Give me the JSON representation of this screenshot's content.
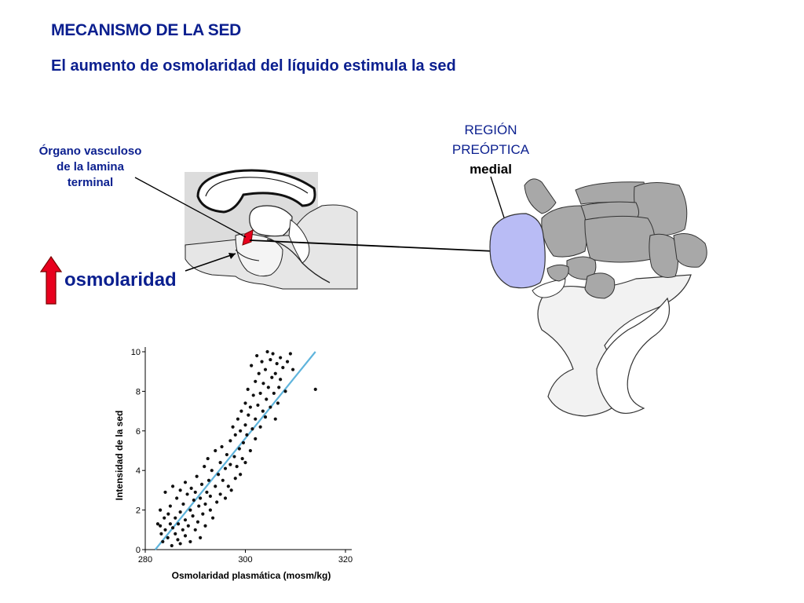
{
  "title": "MECANISMO DE LA SED",
  "subtitle": "El aumento de osmolaridad del líquido estimula la sed",
  "labels": {
    "ovlt_line1": "Órgano vasculoso",
    "ovlt_line2": "de la lamina",
    "ovlt_line3": "terminal",
    "poa_line1": "REGIÓN",
    "poa_line2": "PREÓPTICA",
    "poa_line3": "medial",
    "osmolarity": "osmolaridad"
  },
  "colors": {
    "text_blue": "#0b1f8f",
    "arrow_red": "#e8001e",
    "poa_blue": "#b9bcf5",
    "nuclei_gray": "#a6a6a6",
    "regression_line": "#5fb4dc"
  },
  "chart_data": {
    "type": "scatter",
    "xlabel": "Osmolaridad plasmática (mosm/kg)",
    "ylabel": "Intensidad de la sed",
    "xlim": [
      280,
      320
    ],
    "ylim": [
      0,
      10
    ],
    "xticks": [
      280,
      300,
      320
    ],
    "yticks": [
      0,
      2,
      4,
      6,
      8,
      10
    ],
    "grid": false,
    "regression_line": {
      "x": [
        282,
        314
      ],
      "y": [
        0,
        10
      ]
    },
    "points": [
      [
        282.5,
        1.3
      ],
      [
        283,
        2
      ],
      [
        283,
        1.2
      ],
      [
        283.2,
        0.8
      ],
      [
        283.5,
        0.4
      ],
      [
        283.8,
        1.6
      ],
      [
        284,
        2.9
      ],
      [
        284,
        1
      ],
      [
        284.5,
        0.6
      ],
      [
        284.6,
        1.8
      ],
      [
        285,
        1.3
      ],
      [
        285,
        2.2
      ],
      [
        285.3,
        0.2
      ],
      [
        285.5,
        3.2
      ],
      [
        285.5,
        1.1
      ],
      [
        286,
        0.8
      ],
      [
        286,
        1.6
      ],
      [
        286.3,
        2.6
      ],
      [
        286.5,
        0.5
      ],
      [
        286.6,
        1.3
      ],
      [
        287,
        3
      ],
      [
        287,
        1.9
      ],
      [
        287,
        0.3
      ],
      [
        287.5,
        1
      ],
      [
        287.6,
        2.3
      ],
      [
        288,
        1.5
      ],
      [
        288,
        3.4
      ],
      [
        288,
        0.7
      ],
      [
        288.4,
        2.8
      ],
      [
        288.6,
        1.2
      ],
      [
        289,
        2
      ],
      [
        289,
        0.4
      ],
      [
        289.2,
        3.1
      ],
      [
        289.5,
        1.7
      ],
      [
        289.7,
        2.5
      ],
      [
        290,
        1
      ],
      [
        290,
        2.9
      ],
      [
        290.3,
        3.7
      ],
      [
        290.5,
        1.4
      ],
      [
        290.7,
        2.2
      ],
      [
        291,
        0.6
      ],
      [
        291,
        2.6
      ],
      [
        291.3,
        3.3
      ],
      [
        291.5,
        1.8
      ],
      [
        291.8,
        4.2
      ],
      [
        292,
        2.3
      ],
      [
        292,
        1.2
      ],
      [
        292.3,
        2.9
      ],
      [
        292.5,
        4.6
      ],
      [
        292.7,
        3.5
      ],
      [
        293,
        2
      ],
      [
        293,
        2.7
      ],
      [
        293.3,
        4
      ],
      [
        293.5,
        1.6
      ],
      [
        294,
        3.2
      ],
      [
        294,
        5
      ],
      [
        294.3,
        2.4
      ],
      [
        294.6,
        3.8
      ],
      [
        295,
        4.4
      ],
      [
        295,
        2.8
      ],
      [
        295.3,
        5.2
      ],
      [
        295.5,
        3.5
      ],
      [
        296,
        4.1
      ],
      [
        296,
        2.6
      ],
      [
        296.3,
        4.8
      ],
      [
        296.6,
        3.2
      ],
      [
        297,
        5.5
      ],
      [
        297,
        4.3
      ],
      [
        297.2,
        3
      ],
      [
        297.5,
        6.2
      ],
      [
        297.8,
        4.7
      ],
      [
        298,
        3.6
      ],
      [
        298,
        5.8
      ],
      [
        298.3,
        4.2
      ],
      [
        298.5,
        6.6
      ],
      [
        298.8,
        5.1
      ],
      [
        299,
        3.8
      ],
      [
        299,
        6
      ],
      [
        299.2,
        7
      ],
      [
        299.4,
        4.6
      ],
      [
        299.6,
        5.4
      ],
      [
        300,
        6.3
      ],
      [
        300,
        7.4
      ],
      [
        300,
        4.4
      ],
      [
        300.3,
        5.8
      ],
      [
        300.5,
        8.1
      ],
      [
        300.6,
        6.8
      ],
      [
        301,
        7.2
      ],
      [
        301,
        5
      ],
      [
        301.2,
        9.3
      ],
      [
        301.4,
        6.1
      ],
      [
        301.6,
        7.8
      ],
      [
        302,
        8.5
      ],
      [
        302,
        6.6
      ],
      [
        302,
        5.6
      ],
      [
        302.3,
        9.8
      ],
      [
        302.5,
        7.3
      ],
      [
        302.7,
        8.9
      ],
      [
        303,
        6.2
      ],
      [
        303,
        7.9
      ],
      [
        303.3,
        9.5
      ],
      [
        303.5,
        7
      ],
      [
        303.6,
        8.4
      ],
      [
        304,
        9.1
      ],
      [
        304,
        6.7
      ],
      [
        304.2,
        7.6
      ],
      [
        304.4,
        10
      ],
      [
        304.6,
        8.2
      ],
      [
        305,
        9.6
      ],
      [
        305,
        7.2
      ],
      [
        305.3,
        8.7
      ],
      [
        305.5,
        9.9
      ],
      [
        305.7,
        7.9
      ],
      [
        306,
        8.9
      ],
      [
        306,
        6.6
      ],
      [
        306.3,
        9.4
      ],
      [
        306.5,
        7.4
      ],
      [
        306.7,
        8.2
      ],
      [
        307,
        9.7
      ],
      [
        307,
        8.6
      ],
      [
        307.5,
        9.2
      ],
      [
        308,
        8
      ],
      [
        308.4,
        9.5
      ],
      [
        309,
        9.9
      ],
      [
        309.5,
        9.1
      ],
      [
        314,
        8.1
      ]
    ]
  }
}
